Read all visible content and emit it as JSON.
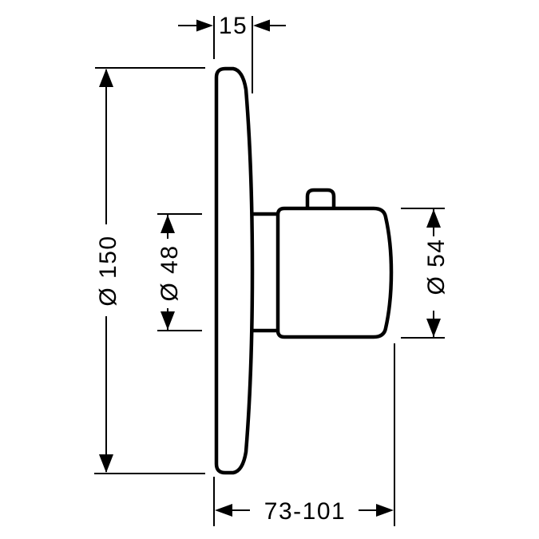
{
  "drawing": {
    "type": "technical-dimension-drawing",
    "colors": {
      "line": "#000000",
      "background": "#ffffff"
    },
    "labels": {
      "plate_thickness": "15",
      "plate_diameter": "Ø 150",
      "sleeve_diameter": "Ø 48",
      "handle_diameter": "Ø 54",
      "depth_range": "73-101"
    }
  }
}
